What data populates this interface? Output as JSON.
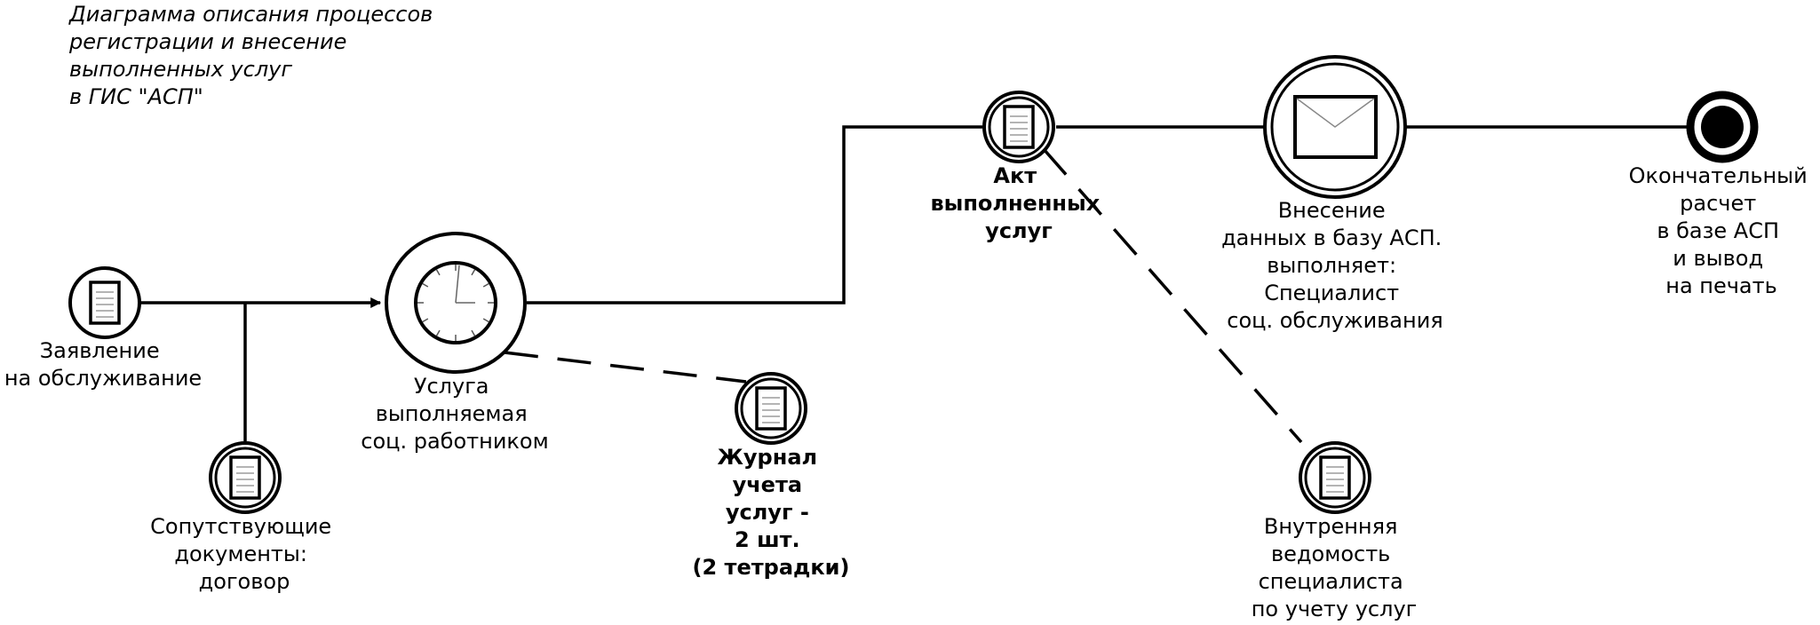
{
  "diagram": {
    "title": [
      "Диаграмма описания процессов",
      "регистрации и внесение",
      "выполненных услуг",
      "в ГИС \"АСП\""
    ],
    "nodes": {
      "application": {
        "label": [
          "Заявление",
          "на обслуживание"
        ]
      },
      "docs": {
        "label": [
          "Сопутствующие",
          "документы:",
          "договор"
        ]
      },
      "service": {
        "label": [
          "Услуга",
          "выполняемая",
          "соц. работником"
        ]
      },
      "journal": {
        "label": [
          "Журнал",
          "учета",
          "услуг -",
          "2 шт.",
          "(2 тетрадки)"
        ]
      },
      "act": {
        "label": [
          "Акт",
          "выполненных",
          "услуг"
        ]
      },
      "entry": {
        "label": [
          "Внесение",
          "данных в базу АСП.",
          "выполняет:",
          "Специалист",
          "соц. обслуживания"
        ]
      },
      "statement": {
        "label": [
          "Внутренняя",
          "ведомость",
          "специалиста",
          "по учету услуг"
        ]
      },
      "final": {
        "label": [
          "Окончательный",
          "расчет",
          "в базе АСП",
          "и вывод",
          "на печать"
        ]
      }
    },
    "icons": {
      "document": "document-icon",
      "timer": "clock-icon",
      "message": "envelope-icon",
      "end": "end-event-icon"
    }
  }
}
